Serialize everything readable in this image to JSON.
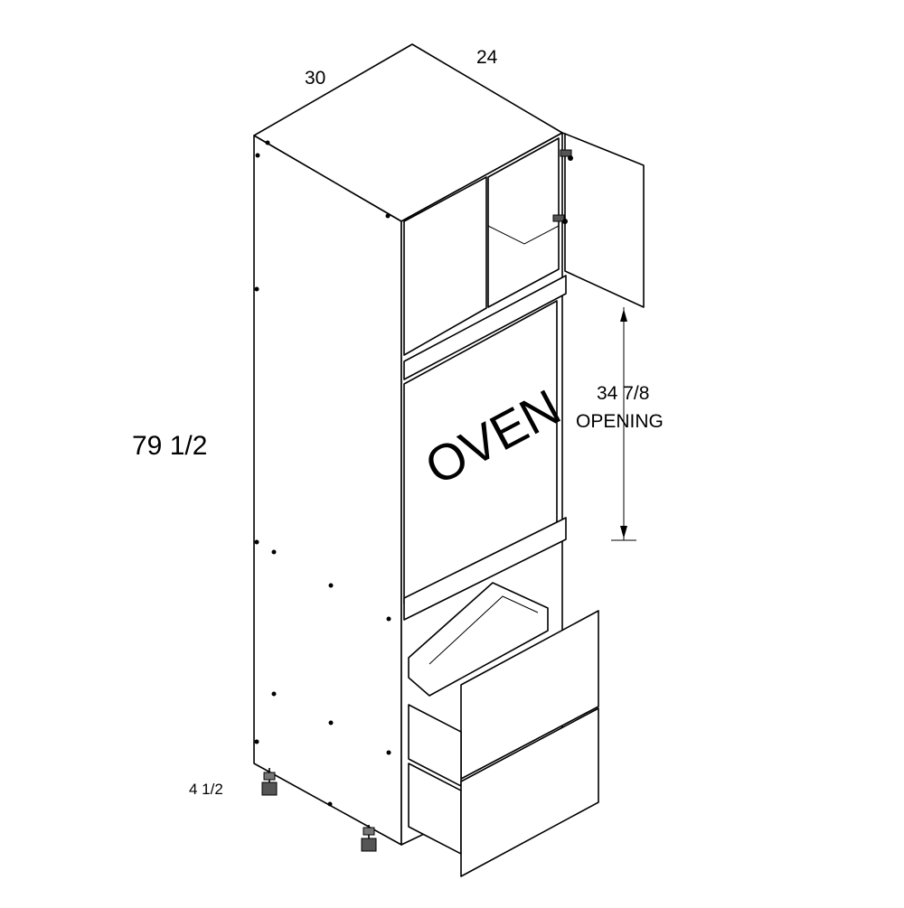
{
  "dimensions": {
    "width": "30",
    "depth": "24",
    "height": "79 1/2",
    "toe_kick": "4 1/2",
    "opening_size": "34 7/8",
    "opening_label": "OPENING"
  },
  "oven_label": "OVEN"
}
